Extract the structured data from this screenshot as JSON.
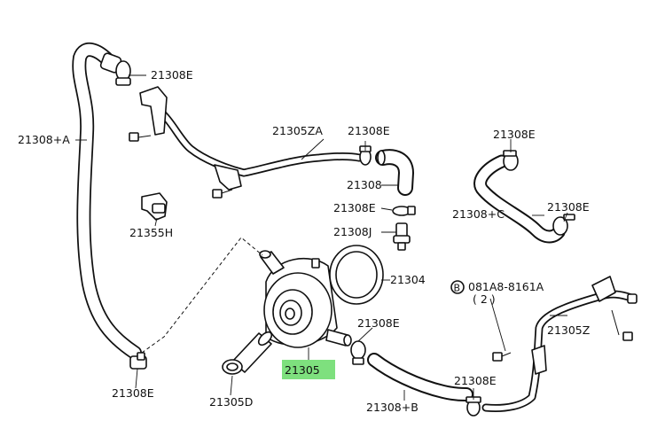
{
  "labels": {
    "l_21308E_top": "21308E",
    "l_21308A": "21308+A",
    "l_21305ZA": "21305ZA",
    "l_21308E_mid": "21308E",
    "l_21308": "21308",
    "l_21308E_clamp": "21308E",
    "l_21308J": "21308J",
    "l_21355H": "21355H",
    "l_21304": "21304",
    "l_21308E_cooler": "21308E",
    "l_21305": "21305",
    "l_21305D": "21305D",
    "l_21308E_bl": "21308E",
    "l_21308B": "21308+B",
    "l_21308E_br": "21308E",
    "l_21305Z": "21305Z",
    "l_21308E_r1": "21308E",
    "l_21308C": "21308+C",
    "l_21308E_r2": "21308E",
    "l_bolt_code": "081A8-8161A",
    "l_bolt_qty": "( 2 )",
    "l_bolt_marker": "B"
  },
  "colors": {
    "highlight": "#7ee07e",
    "line": "#111111",
    "background": "#ffffff"
  }
}
